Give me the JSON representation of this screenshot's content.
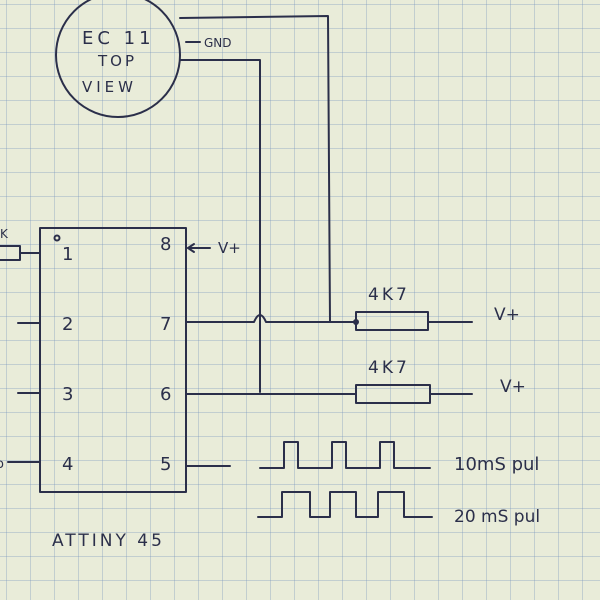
{
  "encoder": {
    "line1": "EC 11",
    "line2": "TOP",
    "line3": "VIEW"
  },
  "labels": {
    "gnd": "GND",
    "vplus_pin8": "V+",
    "resistor_top": "4K7",
    "resistor_bottom": "4K7",
    "vplus_r1": "V+",
    "vplus_r2": "V+",
    "pulse_10ms": "10mS pul",
    "pulse_20ms": "20 mS pul",
    "chip_name": "ATTINY 45",
    "left_cut": "K",
    "left_cut2": "o"
  },
  "pins": {
    "p1": "1",
    "p2": "2",
    "p3": "3",
    "p4": "4",
    "p5": "5",
    "p6": "6",
    "p7": "7",
    "p8": "8"
  },
  "colors": {
    "ink": "#2b2f4a",
    "paper": "#e9ecd9",
    "grid": "#7896be"
  }
}
